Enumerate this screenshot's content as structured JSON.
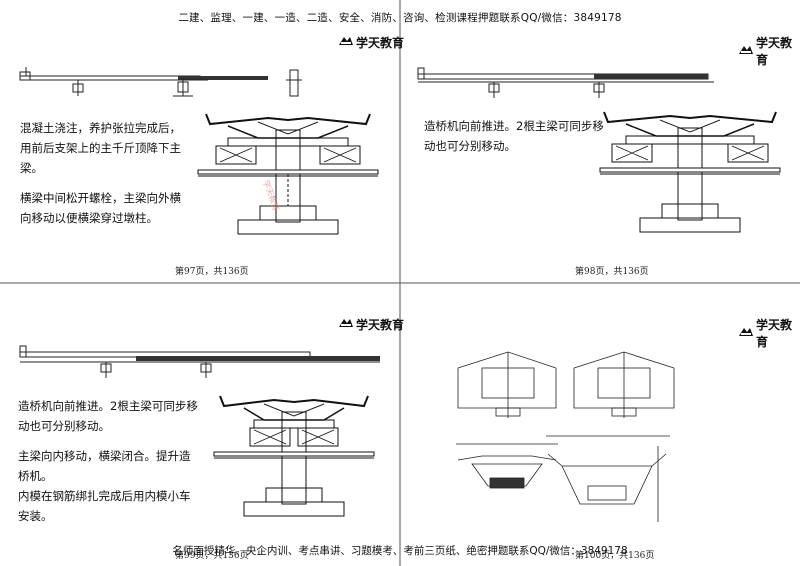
{
  "header": {
    "text": "二建、监理、一建、一造、二造、安全、消防、咨询、检测课程押题联系QQ/微信：3849178"
  },
  "footer": {
    "text": "名师面授精华、央企内训、考点串讲、习题模考、考前三页纸、绝密押题联系QQ/微信：3849178"
  },
  "logo": {
    "text": "学天教育",
    "icon": "xuetian-logo-icon"
  },
  "panels": [
    {
      "paragraphs": [
        "混凝土浇注，养护张拉完成后，用前后支架上的主千斤顶降下主梁。",
        "横梁中间松开螺栓，主梁向外横向移动以便横梁穿过墩柱。"
      ],
      "page_label": "第97页，共136页"
    },
    {
      "paragraphs": [
        "造桥机向前推进。2根主梁可同步移动也可分别移动。"
      ],
      "page_label": "第98页，共136页"
    },
    {
      "paragraphs": [
        "造桥机向前推进。2根主梁可同步移动也可分别移动。",
        "主梁向内移动，横梁闭合。提升造桥机。\n内模在钢筋绑扎完成后用内模小车安装。"
      ],
      "page_label": "第99页，共136页"
    },
    {
      "paragraphs": [],
      "page_label": "第100页，共136页"
    }
  ]
}
